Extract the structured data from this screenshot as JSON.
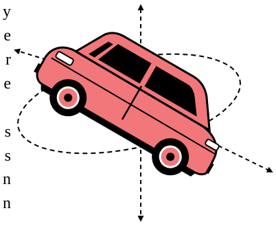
{
  "left_text_fragments": [
    "y",
    "e",
    "r",
    "e",
    "s",
    "s",
    "n",
    "n"
  ],
  "colors": {
    "car_body": "#f2777a",
    "car_outline": "#000000",
    "axes": "#000000",
    "background": "#ffffff"
  },
  "icons": [
    "car-illustration",
    "arrow-up-icon",
    "arrow-down-icon",
    "arrow-left-icon",
    "arrow-right-icon"
  ]
}
